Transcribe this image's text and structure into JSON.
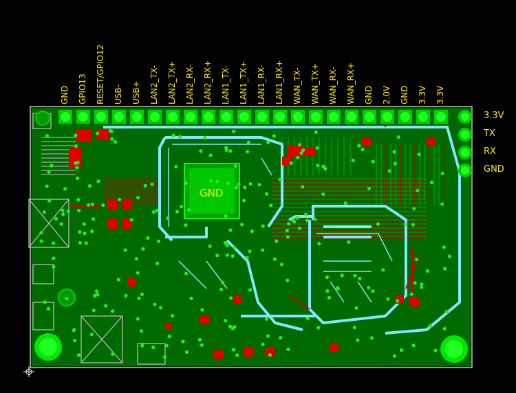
{
  "header_pins": [
    "GND",
    "GPIO13",
    "RESET/GPIO12",
    "USB-",
    "USB+",
    "LAN2_TX-",
    "LAN2_TX+",
    "LAN2_RX-",
    "LAN2_RX+",
    "LAN1_TX-",
    "LAN1_TX+",
    "LAN1_RX-",
    "LAN1_RX+",
    "WAN_TX-",
    "WAN_TX+",
    "WAN_RX-",
    "WAN_RX+",
    "GND",
    "2.0V",
    "GND",
    "3.3V",
    "3.3V"
  ],
  "side_pins": [
    "3.3V",
    "TX",
    "RX",
    "GND"
  ],
  "chip_label": "GND",
  "colors": {
    "background": "#000000",
    "board_fill": "#004d00",
    "copper": "#00c800",
    "pad": "#22ff22",
    "trace_red": "#c80000",
    "trace_cyan": "#7fe8ff",
    "silk": "#ffe800",
    "outline": "#ffffff"
  }
}
